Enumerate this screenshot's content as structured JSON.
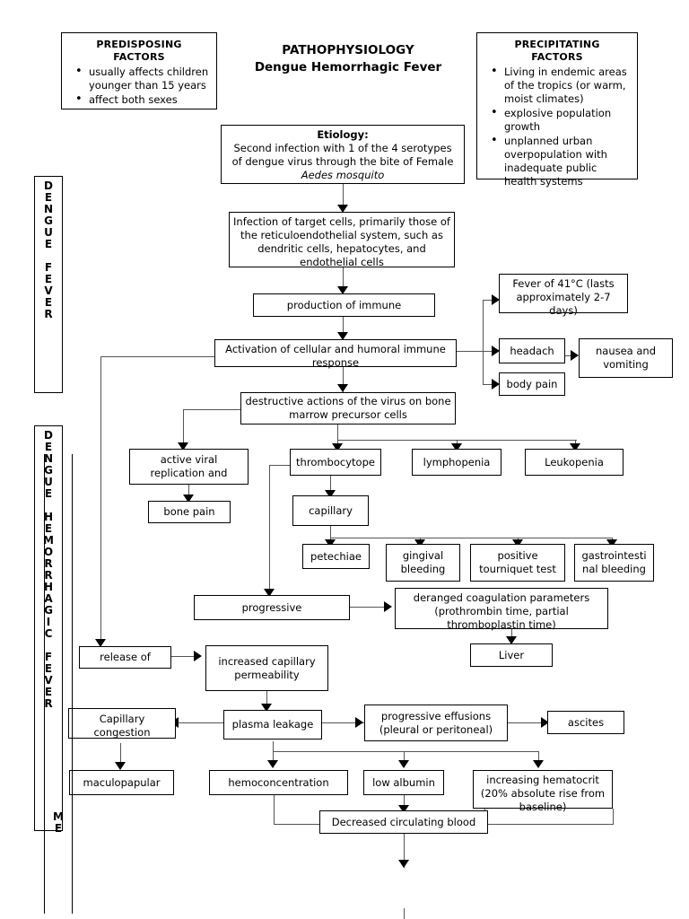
{
  "title": {
    "line1": "PATHOPHYSIOLOGY",
    "line2": "Dengue Hemorrhagic Fever"
  },
  "predisposing": {
    "heading_line1": "PREDISPOSING",
    "heading_line2": "FACTORS",
    "items": [
      "usually affects children younger than 15 years",
      "affect both sexes"
    ]
  },
  "precipitating": {
    "heading_line1": "PRECIPITATING",
    "heading_line2": "FACTORS",
    "items": [
      "Living in endemic areas of the tropics (or warm, moist climates)",
      "explosive population growth",
      "unplanned urban overpopulation with inadequate public health systems"
    ]
  },
  "bands": {
    "dengue_fever": "DENGUE FEVER",
    "dengue_hemorrhagic_fever": "DENGUE HEMORRHAGIC FEVER",
    "inner_partial": "ME"
  },
  "nodes": {
    "etiology_label": "Etiology:",
    "etiology_text_a": "Second infection with 1 of the 4 serotypes",
    "etiology_text_b": "of dengue virus through the bite of Female",
    "etiology_text_c": "Aedes mosquito",
    "infection": "Infection of target cells, primarily those of the reticuloendothelial system, such as dendritic cells, hepatocytes, and endothelial cells",
    "production_immune": "production of immune",
    "activation": "Activation of cellular and humoral immune response",
    "fever": "Fever of 41°C (lasts approximately 2-7 days)",
    "headache": "headach",
    "body_pain": "body pain",
    "nausea_vomiting": "nausea and vomiting",
    "destructive": "destructive actions of the virus on bone marrow precursor cells",
    "active_viral": "active viral replication and",
    "bone_pain": "bone pain",
    "thrombocytope": "thrombocytope",
    "lymphopenia": "lymphopenia",
    "leukopenia": "Leukopenia",
    "capillary": "capillary",
    "petechiae": "petechiae",
    "gingival_bleeding": "gingival bleeding",
    "positive_tourniquet": "positive tourniquet test",
    "gastrointestinal_bleeding": "gastrointesti nal bleeding",
    "progressive": "progressive",
    "deranged": "deranged coagulation parameters (prothrombin time, partial thromboplastin time)",
    "liver": "Liver",
    "release_of": "release of",
    "increased_capillary_permeability": "increased capillary permeability",
    "capillary_congestion": "Capillary congestion",
    "plasma_leakage": "plasma leakage",
    "progressive_effusions": "progressive effusions (pleural or peritoneal)",
    "ascites": "ascites",
    "maculopapular": "maculopapular",
    "hemoconcentration": "hemoconcentration",
    "low_albumin": "low albumin",
    "increasing_hematocrit": "increasing hematocrit (20% absolute rise from baseline)",
    "decreased_circulating_blood": "Decreased circulating blood"
  },
  "colors": {
    "background": "#ffffff",
    "stroke": "#000000",
    "connector": "#555555"
  }
}
